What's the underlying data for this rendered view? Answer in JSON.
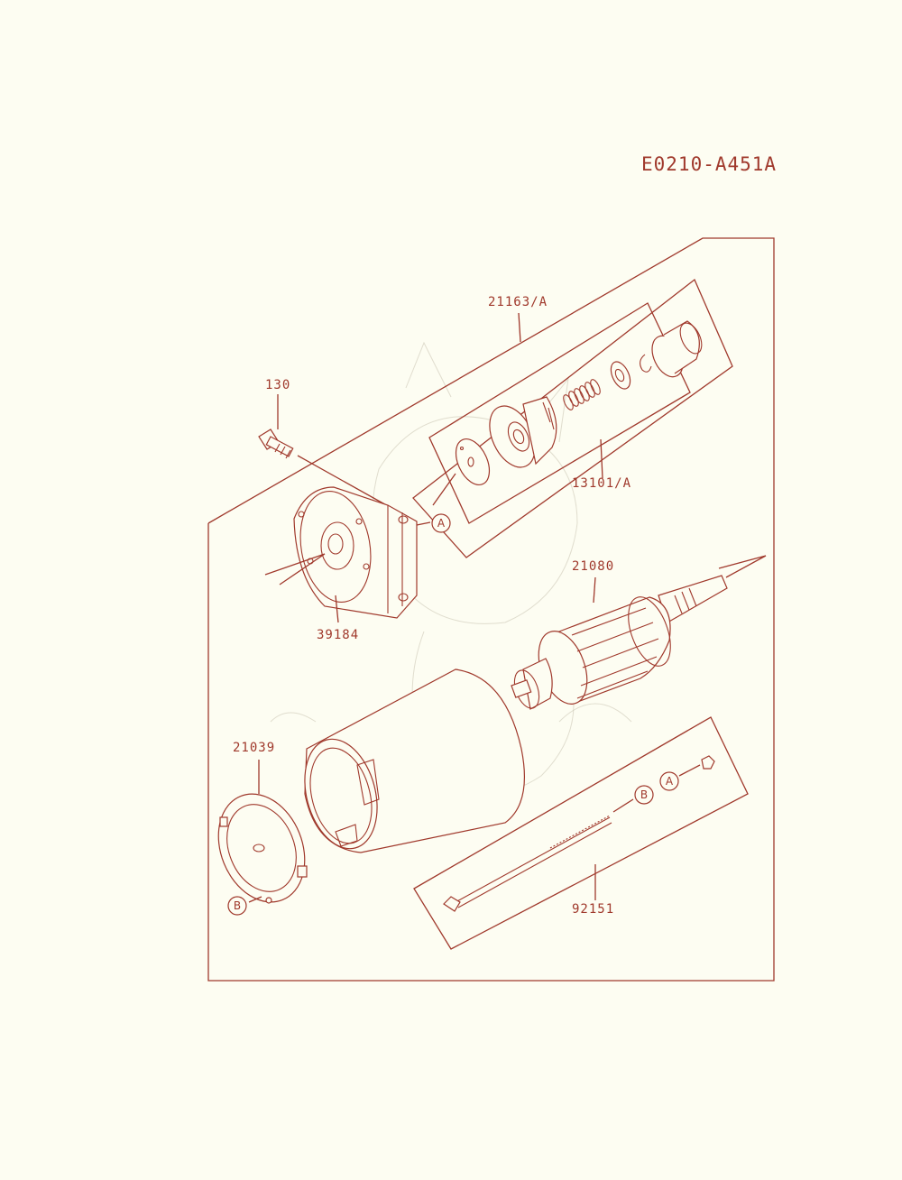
{
  "diagram_code": "E0210-A451A",
  "colors": {
    "ink": "#a0392c",
    "paper": "#fdfdf2"
  },
  "part_labels": {
    "p130": "130",
    "p21163": "21163/A",
    "p13101": "13101/A",
    "p39184": "39184",
    "p21080": "21080",
    "p21039": "21039",
    "p92151": "92151"
  },
  "ref_markers": {
    "a": "A",
    "b": "B"
  }
}
